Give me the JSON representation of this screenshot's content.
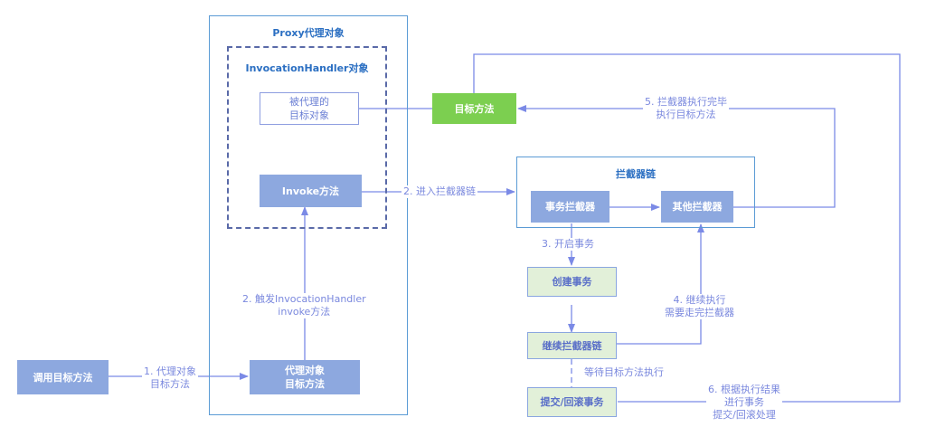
{
  "frames": {
    "proxy": "Proxy代理对象",
    "handler": "InvocationHandler对象",
    "chain": "拦截器链"
  },
  "nodes": {
    "caller": "调用目标方法",
    "proxy_method": "代理对象\n目标方法",
    "invoke": "Invoke方法",
    "target_obj": "被代理的\n目标对象",
    "target_method": "目标方法",
    "tx_interceptor": "事务拦截器",
    "other_interceptor": "其他拦截器",
    "create_tx": "创建事务",
    "continue_chain": "继续拦截器链",
    "commit_rollback": "提交/回滚事务"
  },
  "labels": {
    "step1": "1. 代理对象\n目标方法",
    "step2a": "2. 触发InvocationHandler\ninvoke方法",
    "step2b": "2. 进入拦截器链",
    "step3": "3. 开启事务",
    "step4": "4. 继续执行\n需要走完拦截器",
    "step5": "5. 拦截器执行完毕\n执行目标方法",
    "step6": "6. 根据执行结果\n进行事务\n提交/回滚处理",
    "wait": "等待目标方法执行"
  },
  "colors": {
    "frame": "#5b9bd5",
    "node_blue": "#8da8df",
    "node_green": "#7ccf50",
    "node_lightgreen": "#e2f0d9",
    "wire": "#7b8ae6"
  }
}
